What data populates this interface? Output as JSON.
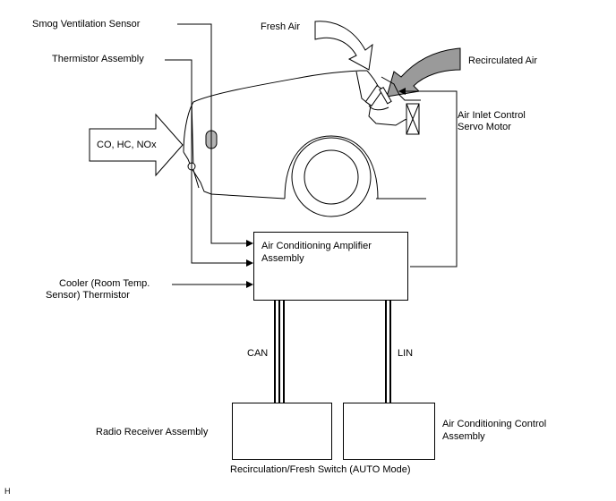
{
  "labels": {
    "smog_sensor": "Smog Ventilation Sensor",
    "thermistor": "Thermistor Assembly",
    "fresh_air": "Fresh Air",
    "recirculated_air": "Recirculated Air",
    "servo_line1": "Air Inlet Control",
    "servo_line2": "Servo Motor",
    "exhaust": "CO, HC, NOx",
    "amp_line1": "Air Conditioning Amplifier",
    "amp_line2": "Assembly",
    "cooler_line1": "Cooler (Room Temp.",
    "cooler_line2": "Sensor) Thermistor",
    "can": "CAN",
    "lin": "LIN",
    "radio": "Radio Receiver Assembly",
    "acc_line1": "Air Conditioning Control",
    "acc_line2": "Assembly",
    "switch_caption": "Recirculation/Fresh Switch (AUTO Mode)",
    "corner_mark": "H"
  },
  "colors": {
    "line": "#000000",
    "recirc_arrow_fill": "#9a9a9a",
    "sensor_fill": "#b4b4b4"
  }
}
